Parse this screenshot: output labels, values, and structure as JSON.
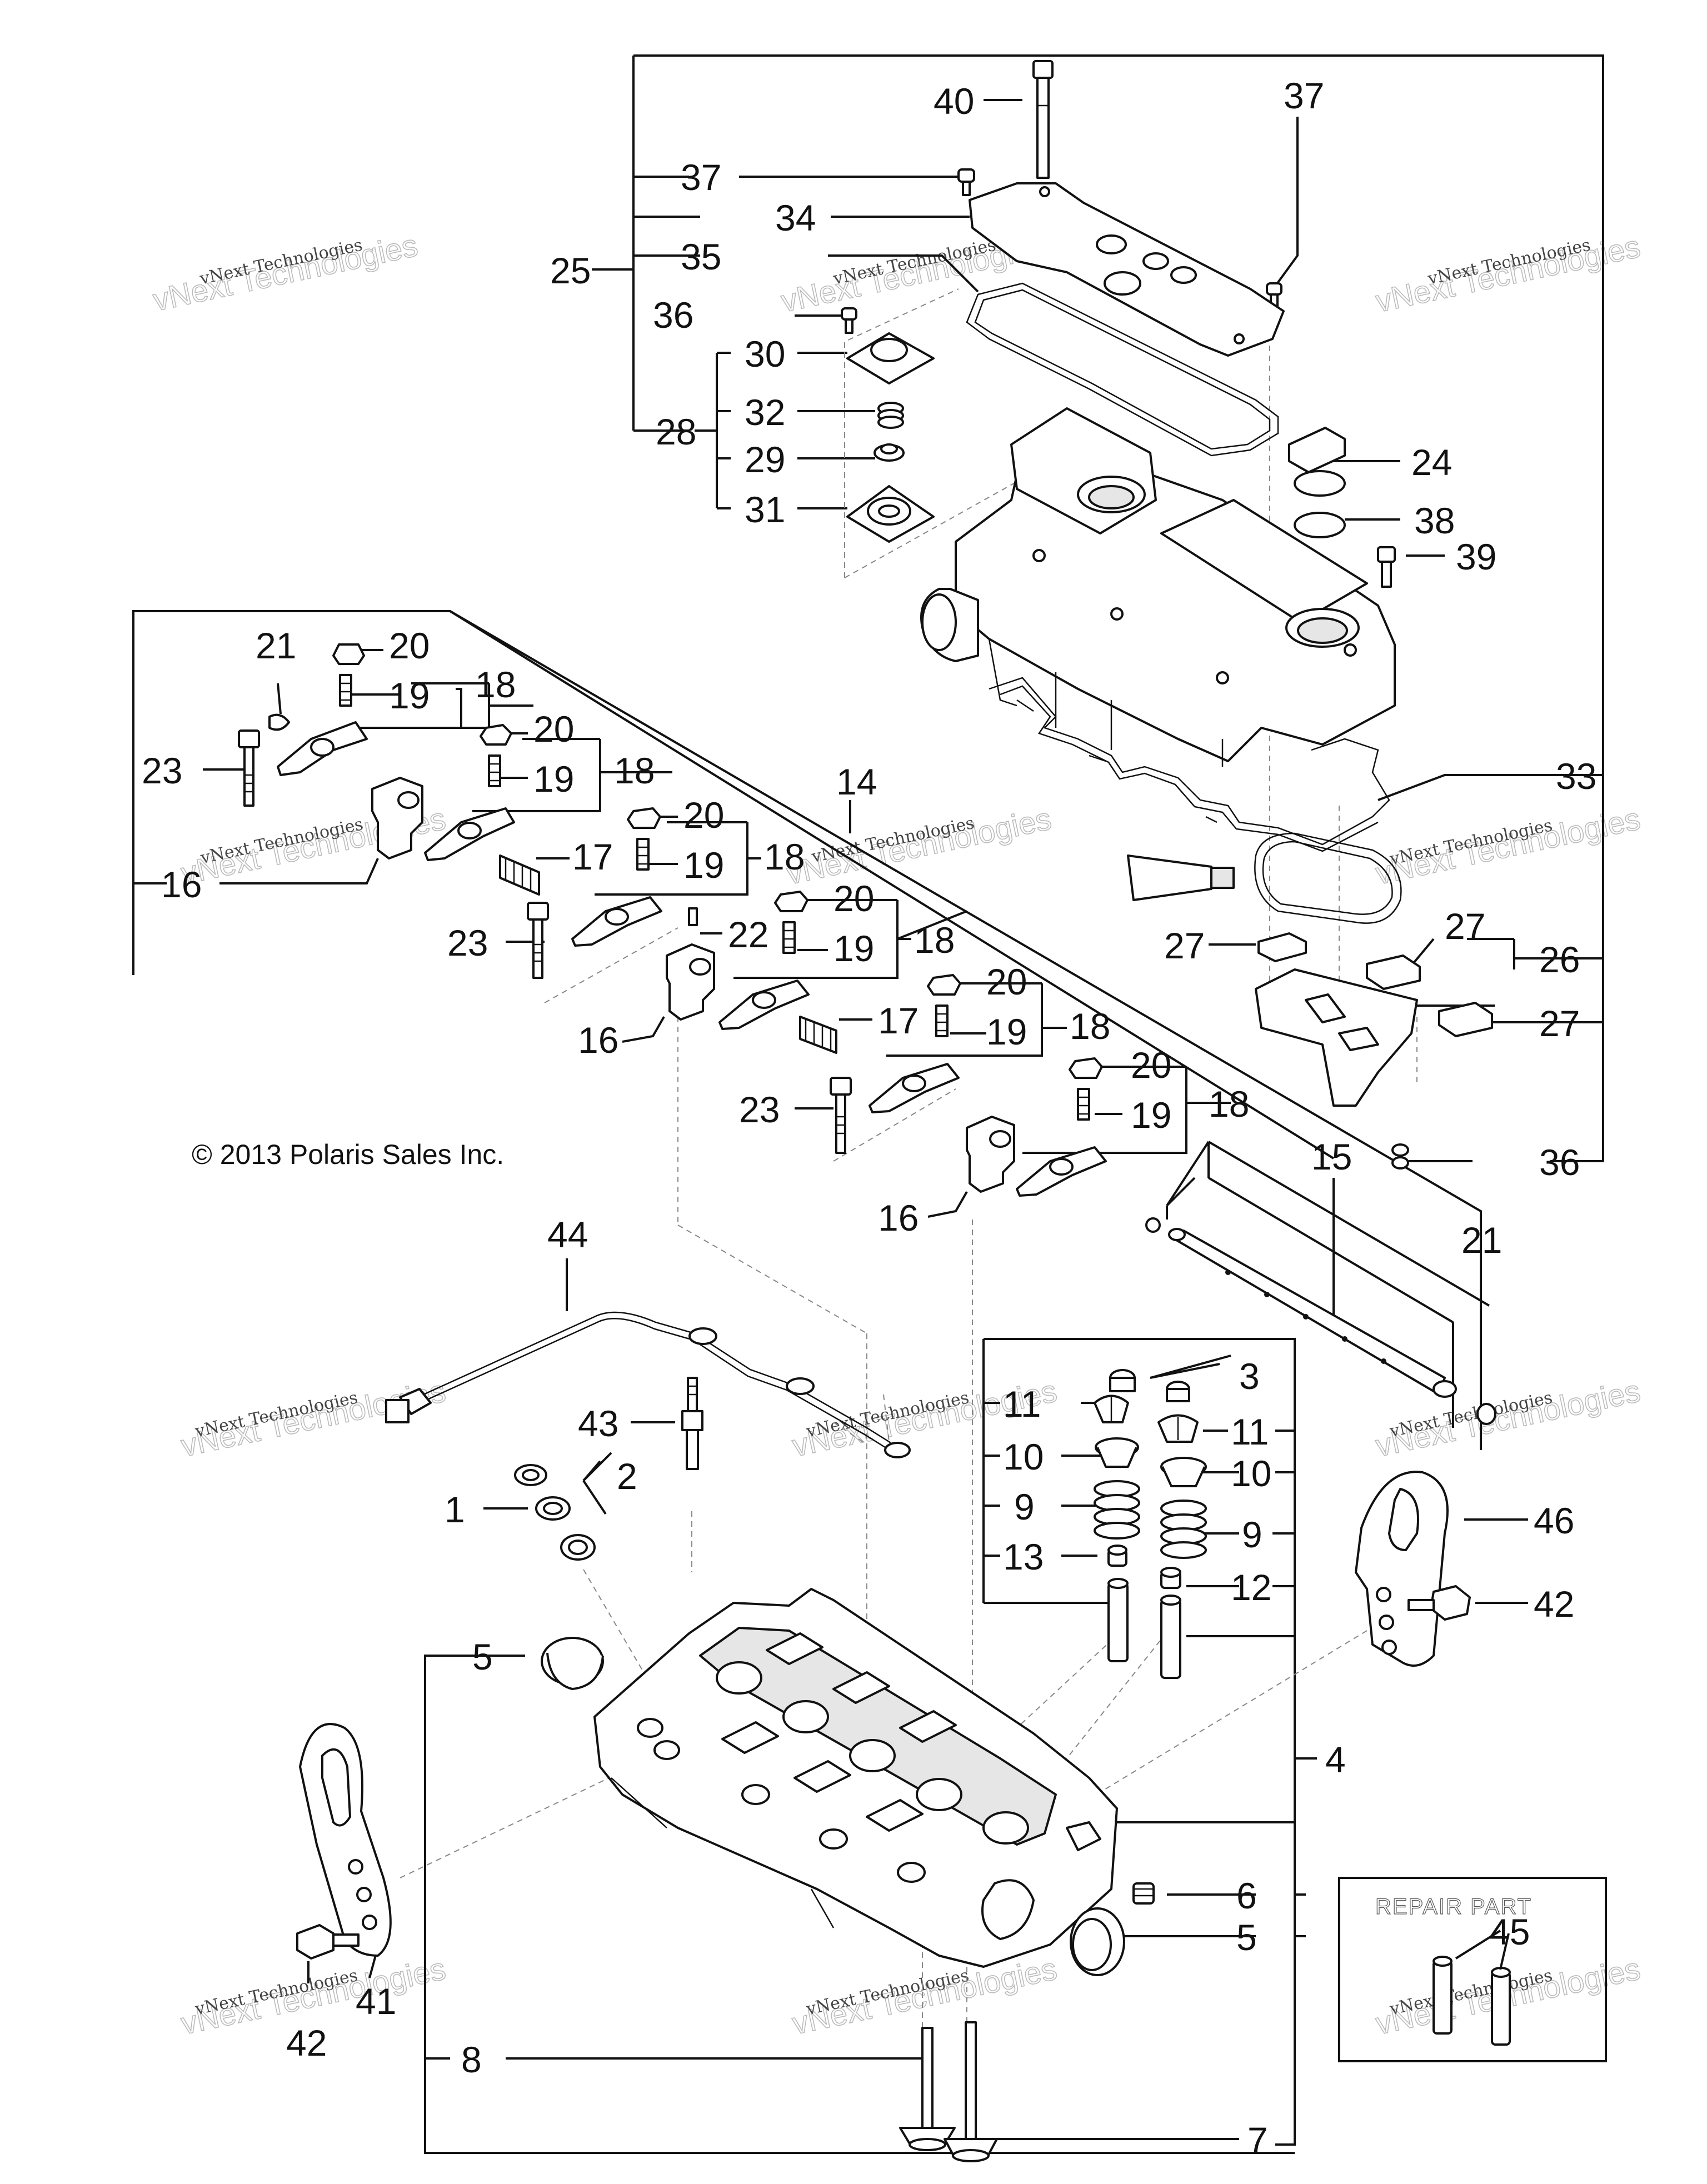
{
  "copyright": "© 2013 Polaris Sales Inc.",
  "repair_part_label": "REPAIR PART",
  "watermark": {
    "line1": "vNext Technologies",
    "line2": "vNext Technologies"
  },
  "callouts": {
    "c1": "1",
    "c2": "2",
    "c3": "3",
    "c4": "4",
    "c5a": "5",
    "c5b": "5",
    "c6": "6",
    "c7": "7",
    "c8": "8",
    "c9a": "9",
    "c9b": "9",
    "c10a": "10",
    "c10b": "10",
    "c11a": "11",
    "c11b": "11",
    "c12": "12",
    "c13": "13",
    "c14": "14",
    "c15": "15",
    "c16a": "16",
    "c16b": "16",
    "c16c": "16",
    "c17a": "17",
    "c17b": "17",
    "c18a": "18",
    "c18b": "18",
    "c18c": "18",
    "c18d": "18",
    "c18e": "18",
    "c18f": "18",
    "c19a": "19",
    "c19b": "19",
    "c19c": "19",
    "c19d": "19",
    "c19e": "19",
    "c19f": "19",
    "c20a": "20",
    "c20b": "20",
    "c20c": "20",
    "c20d": "20",
    "c20e": "20",
    "c20f": "20",
    "c21a": "21",
    "c21b": "21",
    "c22": "22",
    "c23a": "23",
    "c23b": "23",
    "c23c": "23",
    "c24": "24",
    "c25": "25",
    "c26": "26",
    "c27a": "27",
    "c27b": "27",
    "c27c": "27",
    "c28": "28",
    "c29": "29",
    "c30": "30",
    "c31": "31",
    "c32": "32",
    "c33": "33",
    "c34": "34",
    "c35": "35",
    "c36a": "36",
    "c36b": "36",
    "c37a": "37",
    "c37b": "37",
    "c38": "38",
    "c39": "39",
    "c40": "40",
    "c41": "41",
    "c42a": "42",
    "c42b": "42",
    "c43": "43",
    "c44": "44",
    "c45": "45",
    "c46": "46"
  }
}
